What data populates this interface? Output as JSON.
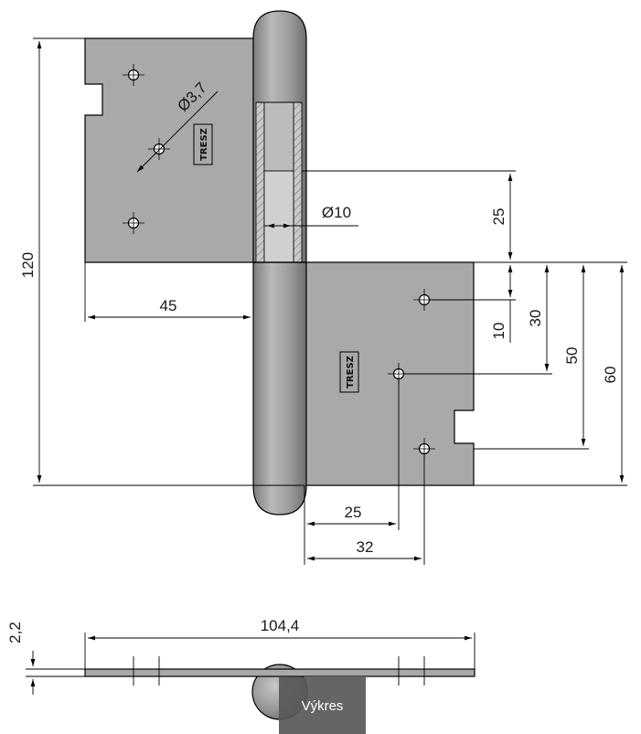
{
  "drawing": {
    "dimensions": {
      "height_total": "120",
      "leaf_width": "45",
      "hole_diameter": "Ø3,7",
      "pin_diameter": "Ø10",
      "pin_offset": "25",
      "hole_10": "10",
      "hole_30": "30",
      "hole_50": "50",
      "hole_60": "60",
      "hole_25": "25",
      "hole_32": "32",
      "thickness": "2,2",
      "total_width": "104,4"
    },
    "logo_text": "TRESZ"
  },
  "overlay": {
    "label": "Výkres"
  },
  "colors": {
    "plate": "#a8a8a8",
    "hatch": "#c2c2c2",
    "line": "#000000"
  }
}
